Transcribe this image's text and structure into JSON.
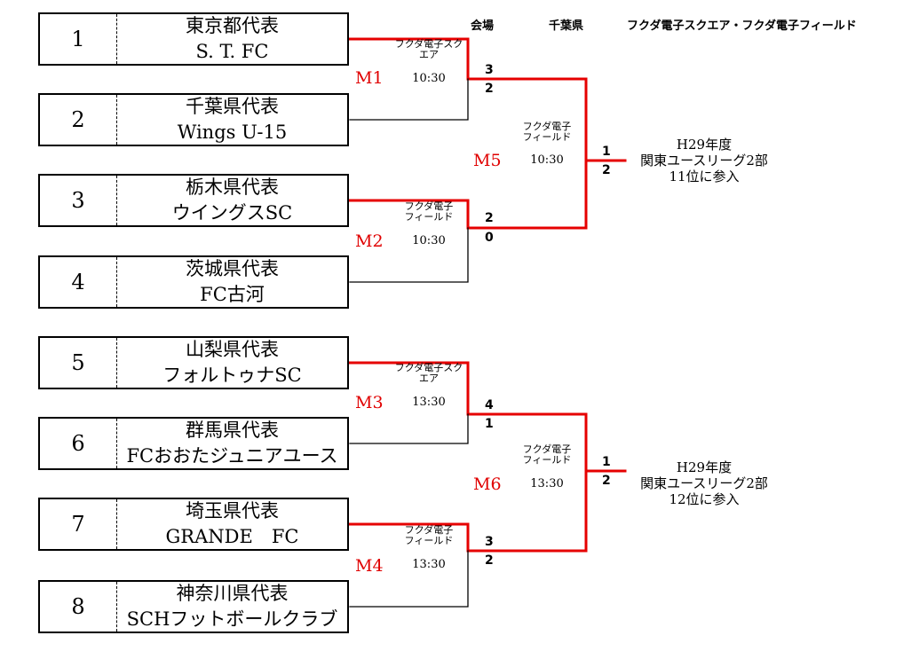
{
  "header": {
    "venue_label": "会場",
    "prefecture": "千葉県",
    "venue_names": "フクダ電子スクエア・フクダ電子フィールド"
  },
  "teams": [
    {
      "seed": "1",
      "pref": "東京都代表",
      "name": "S. T. FC"
    },
    {
      "seed": "2",
      "pref": "千葉県代表",
      "name": "Wings U-15"
    },
    {
      "seed": "3",
      "pref": "栃木県代表",
      "name": "ウイングスSC"
    },
    {
      "seed": "4",
      "pref": "茨城県代表",
      "name": "FC古河"
    },
    {
      "seed": "5",
      "pref": "山梨県代表",
      "name": "フォルトゥナSC"
    },
    {
      "seed": "6",
      "pref": "群馬県代表",
      "name": "FCおおたジュニアユース"
    },
    {
      "seed": "7",
      "pref": "埼玉県代表",
      "name": "GRANDE　FC"
    },
    {
      "seed": "8",
      "pref": "神奈川県代表",
      "name": "SCHフットボールクラブ"
    }
  ],
  "matches": [
    {
      "id": "M1",
      "venue_l1": "フクダ電子スク",
      "venue_l2": "エア",
      "time": "10:30",
      "score_top": "3",
      "score_bottom": "2"
    },
    {
      "id": "M2",
      "venue_l1": "フクダ電子",
      "venue_l2": "フィールド",
      "time": "10:30",
      "score_top": "2",
      "score_bottom": "0"
    },
    {
      "id": "M3",
      "venue_l1": "フクダ電子スク",
      "venue_l2": "エア",
      "time": "13:30",
      "score_top": "4",
      "score_bottom": "1"
    },
    {
      "id": "M4",
      "venue_l1": "フクダ電子",
      "venue_l2": "フィールド",
      "time": "13:30",
      "score_top": "3",
      "score_bottom": "2"
    },
    {
      "id": "M5",
      "venue_l1": "フクダ電子",
      "venue_l2": "フィールド",
      "time": "10:30",
      "score_top": "1",
      "score_bottom": "2"
    },
    {
      "id": "M6",
      "venue_l1": "フクダ電子",
      "venue_l2": "フィールド",
      "time": "13:30",
      "score_top": "1",
      "score_bottom": "2"
    }
  ],
  "results": [
    {
      "line1": "H29年度",
      "line2": "関東ユースリーグ2部",
      "line3": "11位に参入"
    },
    {
      "line1": "H29年度",
      "line2": "関東ユースリーグ2部",
      "line3": "12位に参入"
    }
  ],
  "colors": {
    "winner_line": "#e60000",
    "line": "#000000",
    "match_label": "#e00000"
  }
}
